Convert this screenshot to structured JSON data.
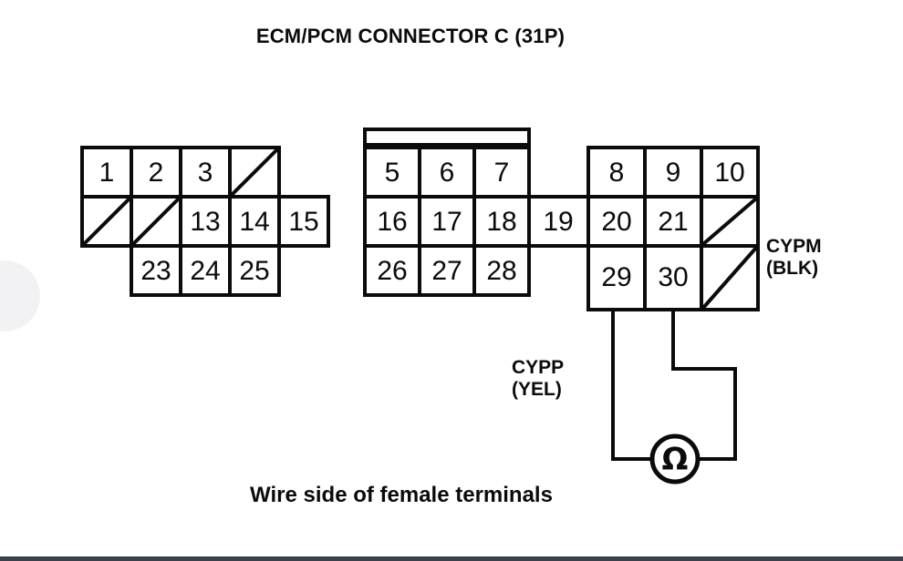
{
  "title": "ECM/PCM CONNECTOR C (31P)",
  "caption": "Wire side of female terminals",
  "connector": {
    "name": "ECM/PCM CONNECTOR C",
    "pin_count": "31P",
    "view": "Wire side of female terminals",
    "blocks": [
      {
        "id": "left",
        "rows": [
          [
            "1",
            "2",
            "3",
            "blank-diagonal"
          ],
          [
            "blank-diagonal",
            "blank-diagonal",
            "13",
            "14",
            "15"
          ],
          [
            "",
            "23",
            "24",
            "25"
          ]
        ]
      },
      {
        "id": "middle",
        "has_locking_tab": true,
        "rows": [
          [
            "5",
            "6",
            "7"
          ],
          [
            "16",
            "17",
            "18",
            "19"
          ],
          [
            "26",
            "27",
            "28"
          ]
        ]
      },
      {
        "id": "right",
        "rows": [
          [
            "8",
            "9",
            "10"
          ],
          [
            "20",
            "21",
            "blank-diagonal"
          ],
          [
            "29",
            "30",
            "blank-diagonal"
          ]
        ]
      }
    ]
  },
  "pins": {
    "p1": "1",
    "p2": "2",
    "p3": "3",
    "p5": "5",
    "p6": "6",
    "p7": "7",
    "p8": "8",
    "p9": "9",
    "p10": "10",
    "p13": "13",
    "p14": "14",
    "p15": "15",
    "p16": "16",
    "p17": "17",
    "p18": "18",
    "p19": "19",
    "p20": "20",
    "p21": "21",
    "p23": "23",
    "p24": "24",
    "p25": "25",
    "p26": "26",
    "p27": "27",
    "p28": "28",
    "p29": "29",
    "p30": "30"
  },
  "wires": [
    {
      "id": "cypm",
      "label": "CYPM\n(BLK)",
      "circuit": "CYPM",
      "color_code": "BLK",
      "color_hex": "#000000",
      "from_pin": "30"
    },
    {
      "id": "cypp",
      "label": "CYPP\n(YEL)",
      "circuit": "CYPP",
      "color_code": "YEL",
      "color_hex": "#ffd400",
      "from_pin": "29"
    }
  ],
  "meter": {
    "type": "ohmmeter",
    "symbol": "Ω",
    "icon": "ohmmeter-icon",
    "connected_pins": [
      "29",
      "30"
    ]
  },
  "colors": {
    "ink": "#0b0b0b",
    "paper": "#ffffff",
    "bottom_bar": "#3b4049"
  }
}
